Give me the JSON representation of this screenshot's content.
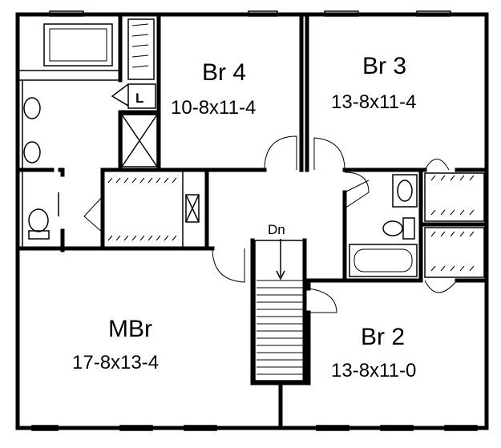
{
  "rooms": {
    "br4": {
      "name": "Br  4",
      "dims": "10-8x11-4"
    },
    "br3": {
      "name": "Br  3",
      "dims": "13-8x11-4"
    },
    "br2": {
      "name": "Br  2",
      "dims": "13-8x11-0"
    },
    "mbr": {
      "name": "MBr",
      "dims": "17-8x13-4"
    }
  },
  "labels": {
    "stairs": "Dn",
    "linen": "L"
  }
}
